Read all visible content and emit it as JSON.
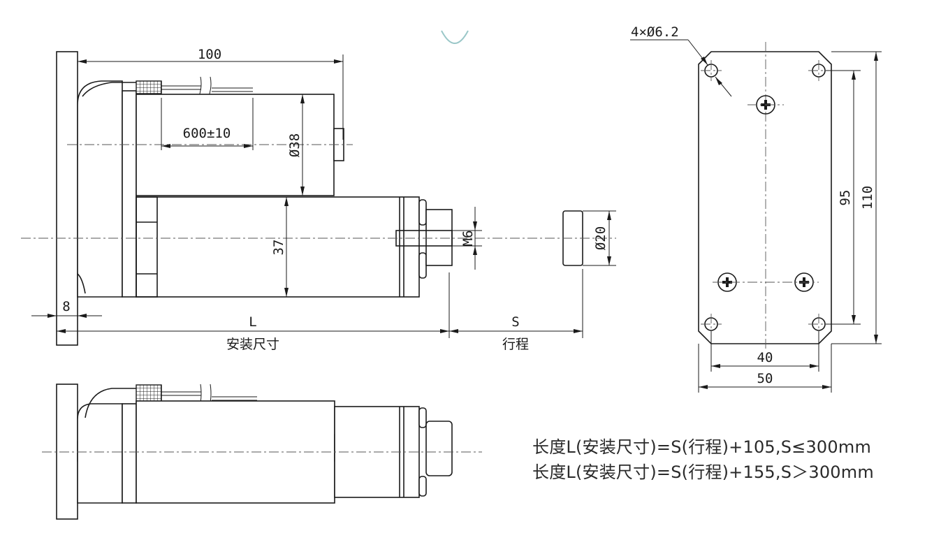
{
  "dimensions": {
    "total_length": "100",
    "cable_length": "600±10",
    "motor_diameter": "Ø38",
    "tube_height": "37",
    "thread": "M6",
    "rod_end_diameter": "Ø20",
    "flange_thickness": "8",
    "install_length_symbol": "L",
    "install_length_label": "安装尺寸",
    "stroke_symbol": "S",
    "stroke_label": "行程",
    "holes": "4×Ø6.2",
    "hole_pitch_vertical": "95",
    "plate_height": "110",
    "hole_pitch_horizontal": "40",
    "plate_width": "50"
  },
  "formulas": [
    "长度L(安装尺寸)=S(行程)+105,S≤300mm",
    "长度L(安装尺寸)=S(行程)+155,S＞300mm"
  ]
}
